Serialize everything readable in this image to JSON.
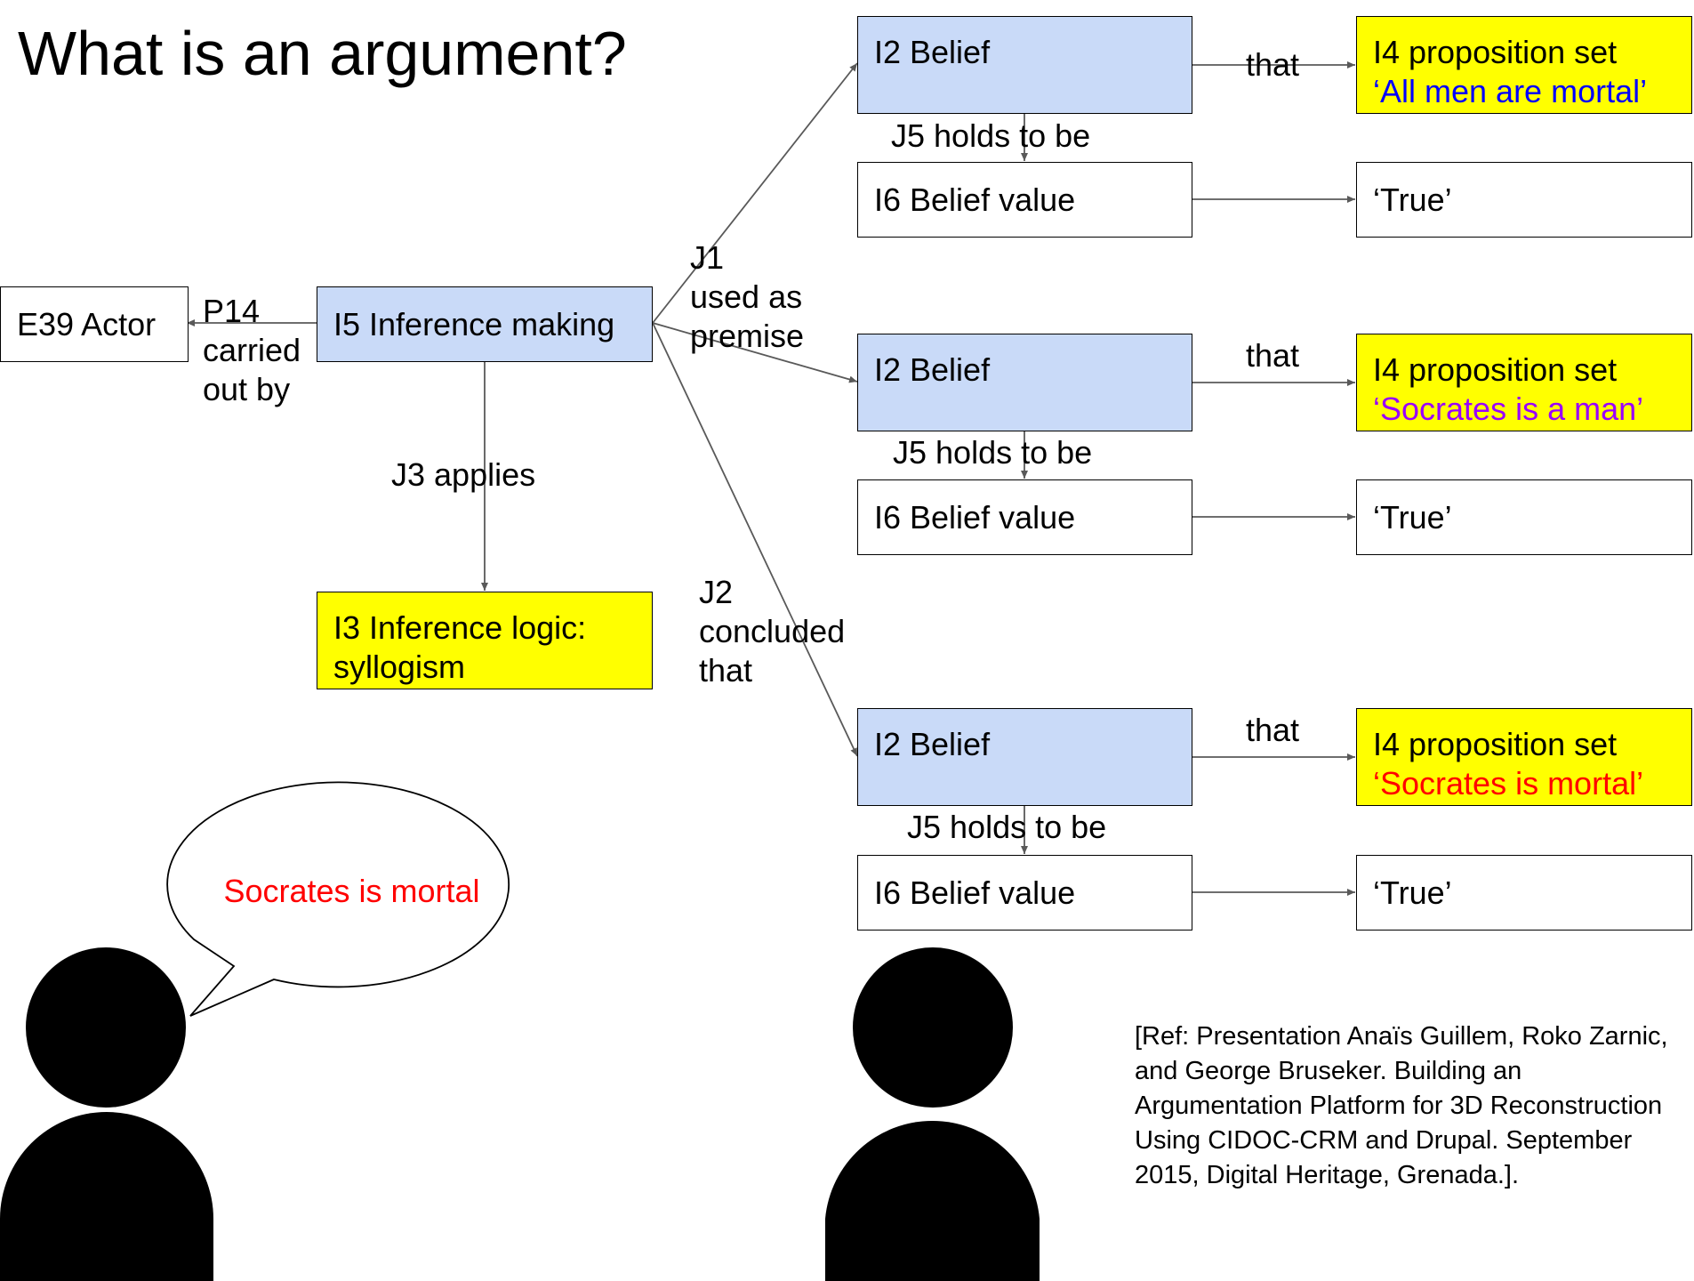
{
  "title": "What is an argument?",
  "nodes": {
    "actor": "E39 Actor",
    "inference_making": "I5 Inference making",
    "inference_logic": [
      "I3 Inference logic:",
      "syllogism"
    ],
    "belief_1": "I2 Belief",
    "belief_2": "I2 Belief",
    "belief_3": "I2 Belief",
    "belief_value_1": "I6 Belief value",
    "belief_value_2": "I6 Belief value",
    "belief_value_3": "I6 Belief value",
    "prop_1": {
      "label": "I4 proposition set",
      "text": "‘All men are mortal’"
    },
    "prop_2": {
      "label": "I4 proposition set",
      "text": "‘Socrates is a man’"
    },
    "prop_3": {
      "label": "I4 proposition set",
      "text": "‘Socrates is mortal’"
    },
    "value_1": "‘True’",
    "value_2": "‘True’",
    "value_3": "‘True’"
  },
  "edges": {
    "p14": [
      "P14",
      "carried",
      "out by"
    ],
    "j3": "J3 applies",
    "j1": [
      "J1",
      "used as",
      "premise"
    ],
    "j2": [
      "J2",
      "concluded",
      "that"
    ],
    "that_1": "that",
    "that_2": "that",
    "that_3": "that",
    "j5_1": "J5 holds to be",
    "j5_2": "J5 holds to be",
    "j5_3": "J5 holds to be"
  },
  "speech_bubble": "Socrates is mortal",
  "reference": "[Ref: Presentation Anaïs Guillem, Roko Zarnic, and George Bruseker. Building an Argumentation Platform for 3D Reconstruction Using CIDOC-CRM and Drupal. September 2015, Digital Heritage, Grenada.].",
  "colors": {
    "belief_fill": "#c9daf8",
    "proposition_fill": "#ffff00",
    "prop_1_text": "#0000ff",
    "prop_2_text": "#9900ff",
    "prop_3_text": "#ff0000",
    "speech_text": "#ff0000",
    "connector": "#595959"
  }
}
